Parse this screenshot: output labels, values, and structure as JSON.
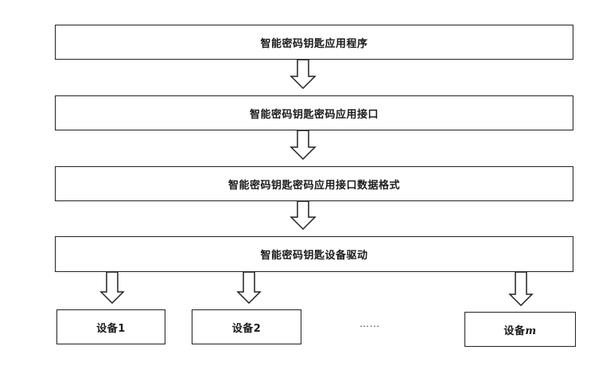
{
  "layers": [
    {
      "label": "智能密码钥匙应用程序"
    },
    {
      "label": "智能密码钥匙密码应用接口"
    },
    {
      "label": "智能密码钥匙密码应用接口数据格式"
    },
    {
      "label": "智能密码钥匙设备驱动"
    }
  ],
  "devices": [
    {
      "prefix": "设备",
      "suffix": "1"
    },
    {
      "prefix": "设备",
      "suffix": "2"
    },
    {
      "prefix": "设备",
      "suffix": "m"
    }
  ],
  "ellipsis": "……"
}
